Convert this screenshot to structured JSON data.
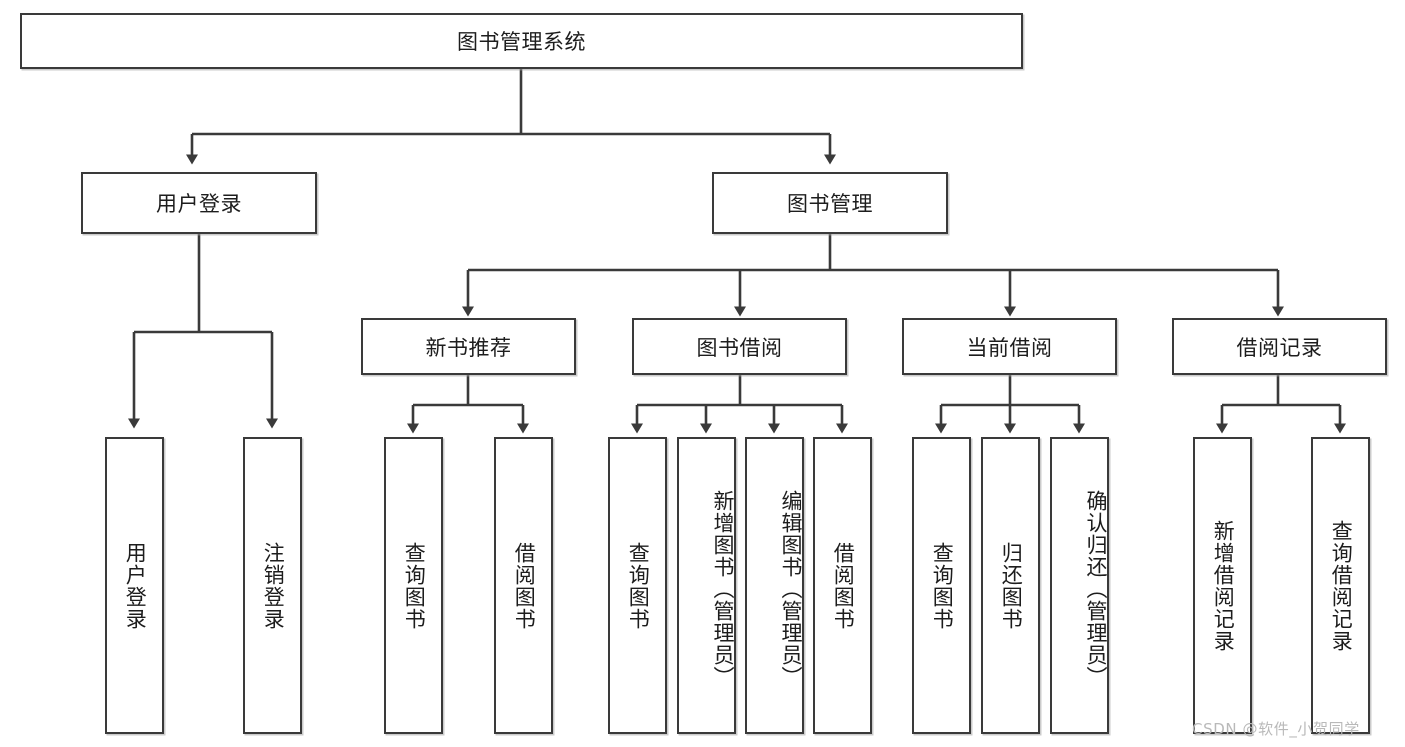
{
  "diagram": {
    "title": "图书管理系统",
    "root": {
      "label": "图书管理系统"
    },
    "level1": [
      {
        "label": "用户登录"
      },
      {
        "label": "图书管理"
      }
    ],
    "level2": [
      {
        "label": "新书推荐"
      },
      {
        "label": "图书借阅"
      },
      {
        "label": "当前借阅"
      },
      {
        "label": "借阅记录"
      }
    ],
    "leaves": {
      "user_login": [
        {
          "label": "用户登录"
        },
        {
          "label": "注销登录"
        }
      ],
      "new_book_recommend": [
        {
          "label": "查询图书"
        },
        {
          "label": "借阅图书"
        }
      ],
      "book_borrow": [
        {
          "label": "查询图书"
        },
        {
          "label": "新增图书（管理员）"
        },
        {
          "label": "编辑图书（管理员）"
        },
        {
          "label": "借阅图书"
        }
      ],
      "current_borrow": [
        {
          "label": "查询图书"
        },
        {
          "label": "归还图书"
        },
        {
          "label": "确认归还（管理员）"
        }
      ],
      "borrow_record": [
        {
          "label": "新增借阅记录"
        },
        {
          "label": "查询借阅记录"
        }
      ]
    }
  },
  "watermark": {
    "text": "CSDN @软件_小贺同学"
  },
  "colors": {
    "border": "#3a3a3a",
    "text": "#1d1d1d",
    "background": "#ffffff",
    "watermark": "#b9b9b9"
  }
}
